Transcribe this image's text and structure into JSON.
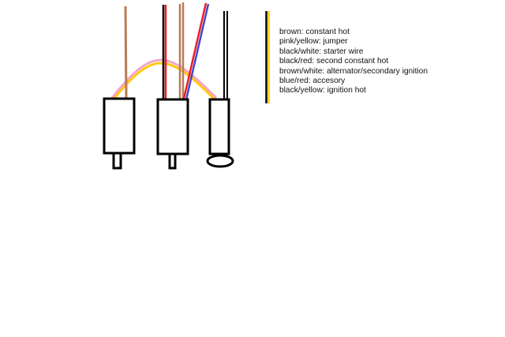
{
  "colors": {
    "brown": "#b97a57",
    "pink": "#f4a6c8",
    "yellow": "#ffc90e",
    "red": "#ed1c24",
    "blue": "#3f48cc",
    "black": "#000000"
  },
  "legend": {
    "items": [
      "brown: constant hot",
      "pink/yellow: jumper",
      "black/white: starter wire",
      "black/red: second constant hot",
      "brown/white: alternator/secondary ignition",
      "blue/red: accesory",
      "black/yellow: ignition hot"
    ]
  }
}
